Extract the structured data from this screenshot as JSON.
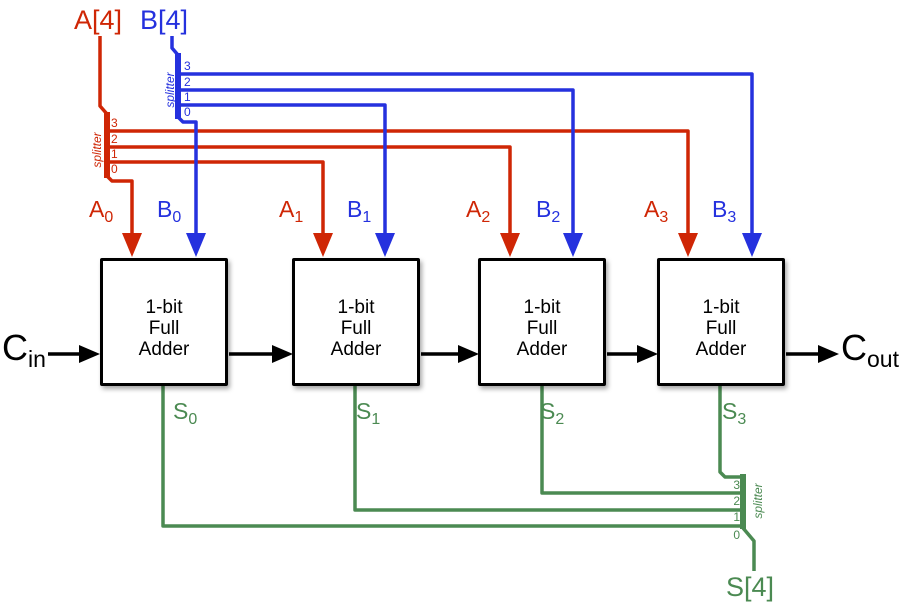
{
  "colors": {
    "bus_a": "#cf2605",
    "bus_b": "#2531de",
    "bus_s": "#4b8a52",
    "carry": "#000000"
  },
  "buses": {
    "a": "A[4]",
    "b": "B[4]",
    "s": "S[4]"
  },
  "carry": {
    "in": {
      "base": "C",
      "sub": "in"
    },
    "out": {
      "base": "C",
      "sub": "out"
    }
  },
  "adders": [
    {
      "label_lines": [
        "1-bit",
        "Full",
        "Adder"
      ]
    },
    {
      "label_lines": [
        "1-bit",
        "Full",
        "Adder"
      ]
    },
    {
      "label_lines": [
        "1-bit",
        "Full",
        "Adder"
      ]
    },
    {
      "label_lines": [
        "1-bit",
        "Full",
        "Adder"
      ]
    }
  ],
  "pins": {
    "a": [
      {
        "base": "A",
        "sub": "0"
      },
      {
        "base": "A",
        "sub": "1"
      },
      {
        "base": "A",
        "sub": "2"
      },
      {
        "base": "A",
        "sub": "3"
      }
    ],
    "b": [
      {
        "base": "B",
        "sub": "0"
      },
      {
        "base": "B",
        "sub": "1"
      },
      {
        "base": "B",
        "sub": "2"
      },
      {
        "base": "B",
        "sub": "3"
      }
    ],
    "s": [
      {
        "base": "S",
        "sub": "0"
      },
      {
        "base": "S",
        "sub": "1"
      },
      {
        "base": "S",
        "sub": "2"
      },
      {
        "base": "S",
        "sub": "3"
      }
    ]
  },
  "splitters": {
    "a": {
      "label": "splitter",
      "bits": [
        "3",
        "2",
        "1",
        "0"
      ]
    },
    "b": {
      "label": "splitter",
      "bits": [
        "3",
        "2",
        "1",
        "0"
      ]
    },
    "s": {
      "label": "splitter",
      "bits": [
        "3",
        "2",
        "1",
        "0"
      ]
    }
  }
}
